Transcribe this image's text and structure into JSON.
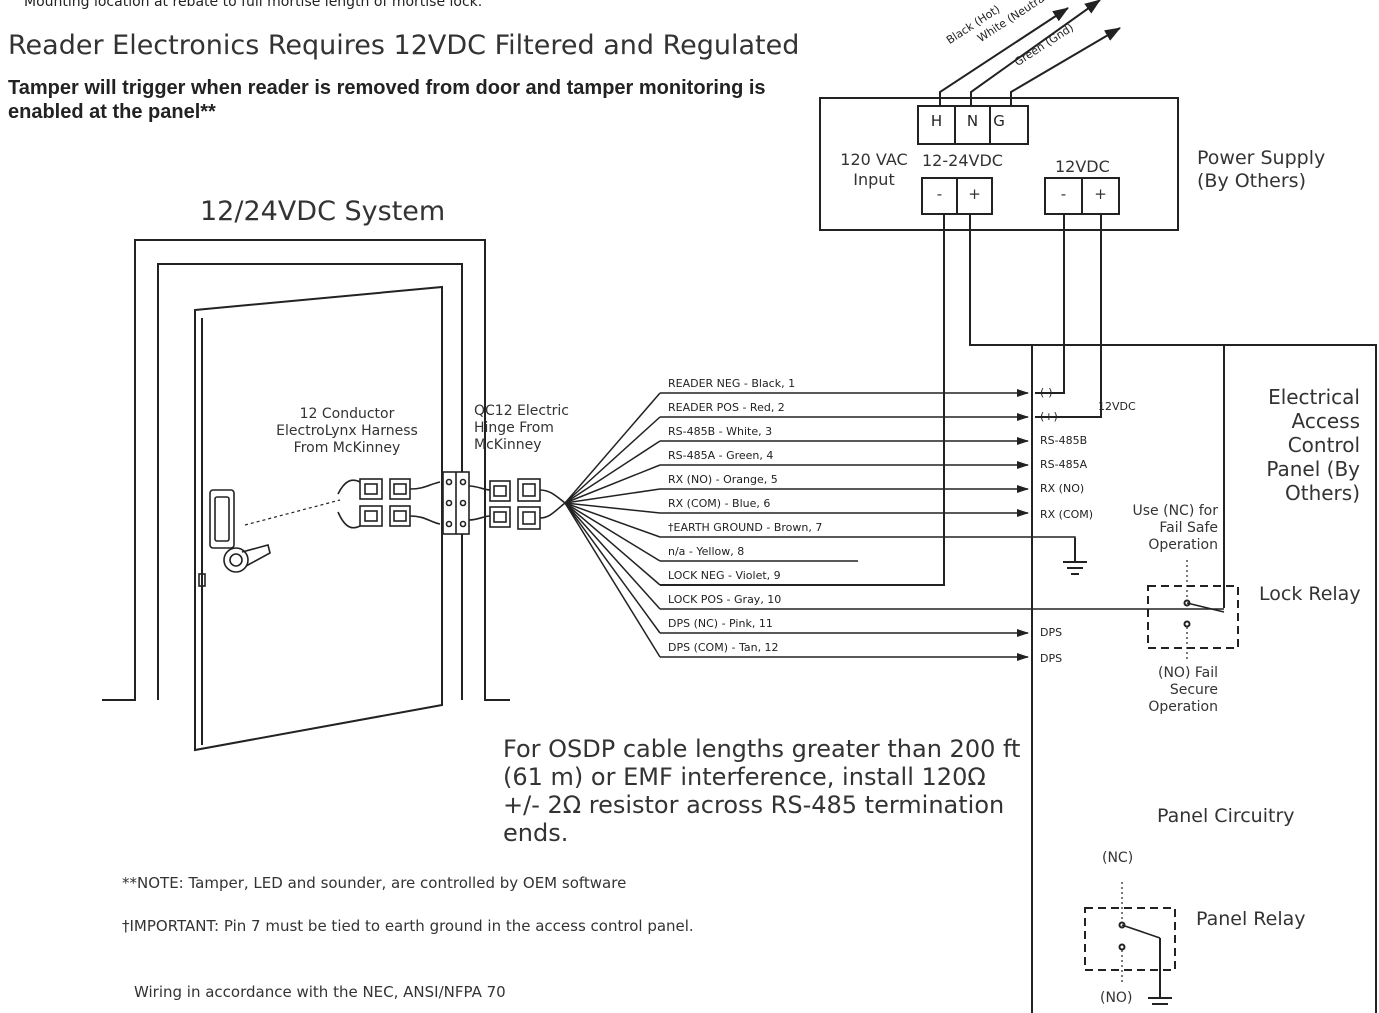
{
  "header": {
    "cut_line": "Mounting location at rebate to full mortise length of mortise lock.",
    "title": "Reader Electronics Requires 12VDC  Filtered and Regulated",
    "tamper_note": "Tamper will trigger when reader is removed from door and tamper monitoring is enabled at the panel**"
  },
  "system": {
    "title": "12/24VDC System"
  },
  "harness": {
    "label": "12 Conductor ElectroLynx Harness From McKinney"
  },
  "hinge": {
    "label": "QC12 Electric Hinge From McKinney"
  },
  "power_supply": {
    "title": "Power Supply (By Others)",
    "terminals": [
      "H",
      "N",
      "G"
    ],
    "ac_input": "120 VAC Input",
    "out_12_24": "12-24VDC",
    "out_12": "12VDC",
    "minus": "-",
    "plus": "+",
    "ac_wires": [
      "Black (Hot)",
      "White (Neutral)",
      "Green (Gnd)"
    ]
  },
  "wires": [
    "READER NEG - Black, 1",
    "READER POS - Red, 2",
    "RS-485B - White, 3",
    "RS-485A - Green, 4",
    "RX (NO) - Orange, 5",
    "RX (COM) - Blue, 6",
    "†EARTH GROUND - Brown, 7",
    "n/a - Yellow, 8",
    "LOCK NEG - Violet, 9",
    "LOCK POS - Gray, 10",
    "DPS (NC) - Pink, 11",
    "DPS (COM) - Tan, 12"
  ],
  "panel": {
    "title": "Electrical Access Control Panel (By Others)",
    "terminals": [
      "(-)",
      "(+)",
      "RS-485B",
      "RS-485A",
      "RX (NO)",
      "RX (COM)",
      "DPS",
      "DPS"
    ],
    "dc_label": "12VDC",
    "fail_safe": "Use (NC) for Fail Safe Operation",
    "lock_relay": "Lock Relay",
    "fail_secure": "(NO) Fail Secure Operation",
    "circuitry": "Panel Circuitry",
    "nc": "(NC)",
    "no": "(NO)",
    "panel_relay": "Panel Relay"
  },
  "osdp_note": "For OSDP cable lengths greater than 200 ft (61 m) or EMF interference, install 120Ω +/- 2Ω resistor across RS-485 termination ends.",
  "footnotes": {
    "note1": "**NOTE: Tamper, LED and sounder, are controlled by OEM software",
    "note2": "†IMPORTANT: Pin 7 must be tied to earth ground in the access control panel.",
    "note3": "Wiring in accordance with the NEC, ANSI/NFPA 70"
  }
}
